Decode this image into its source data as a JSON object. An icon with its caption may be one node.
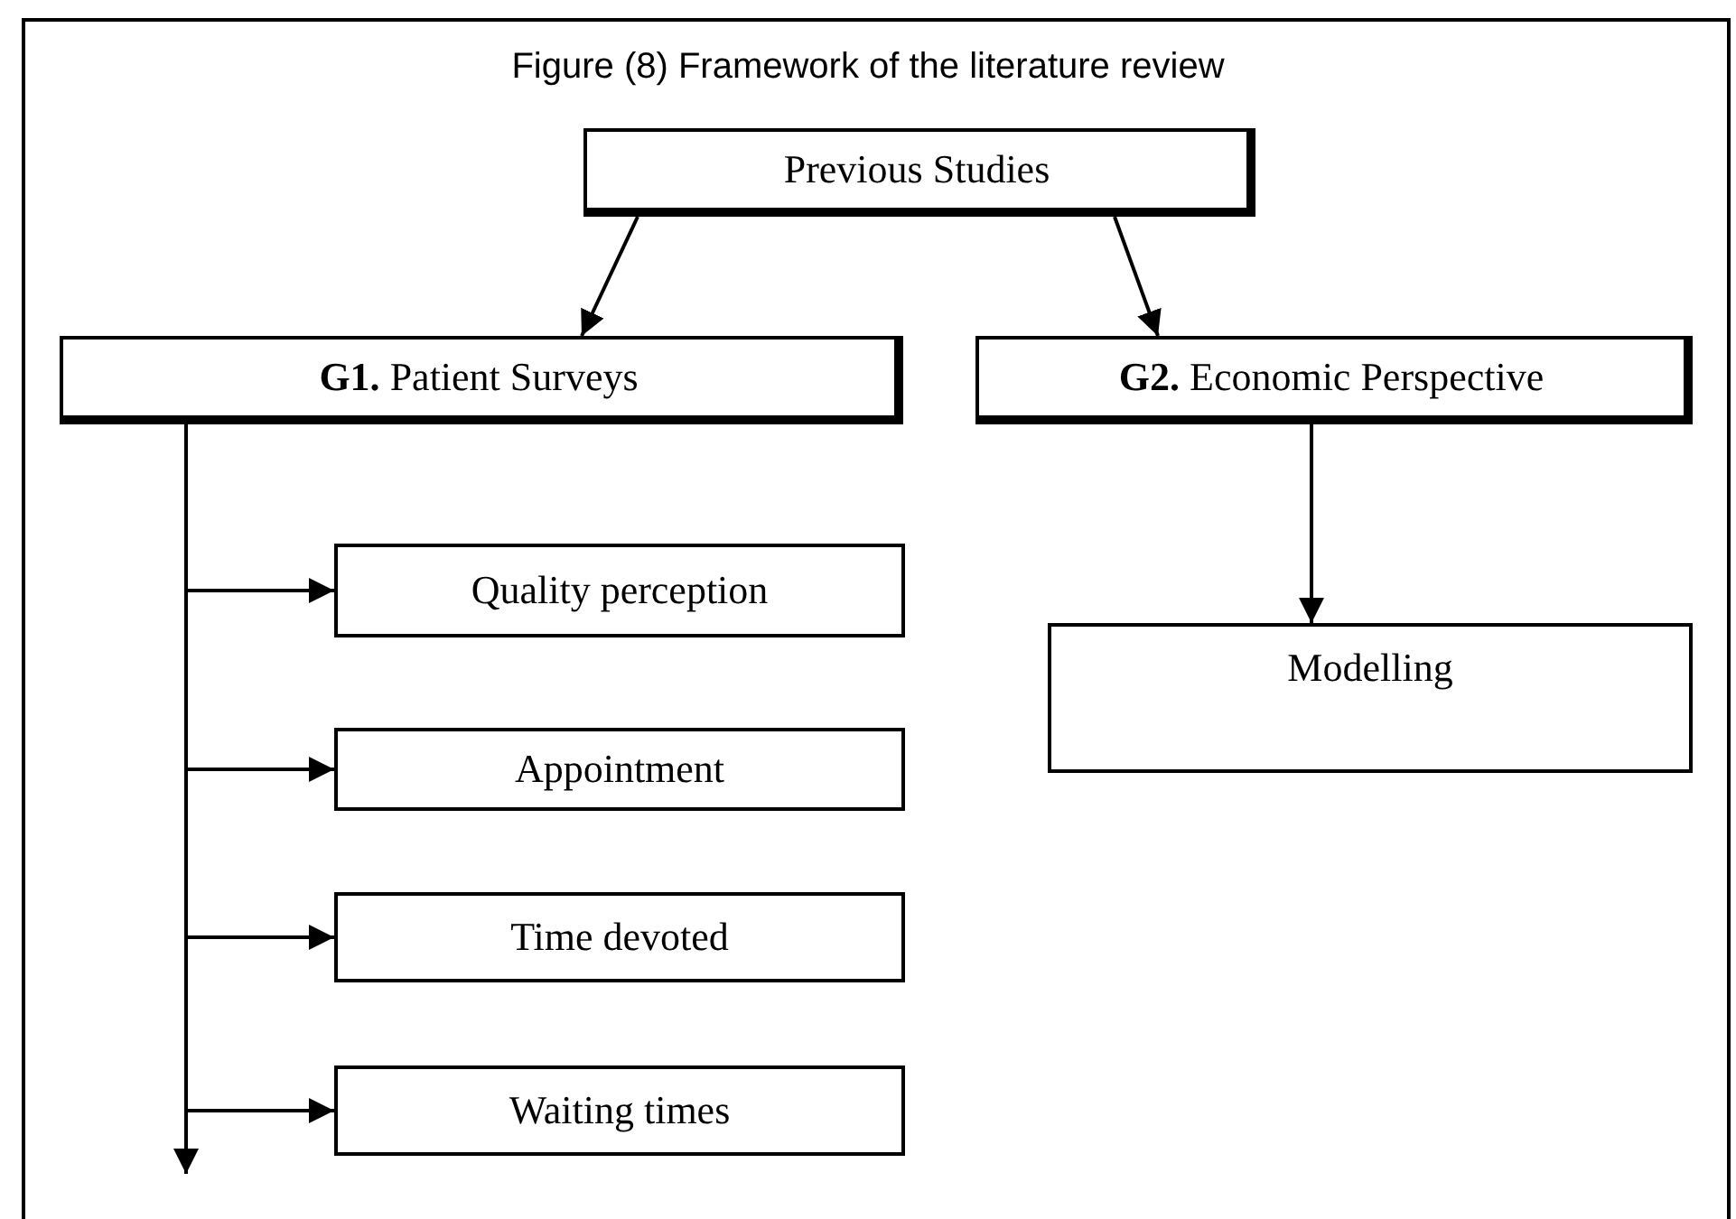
{
  "diagram": {
    "title": "Figure (8) Framework of the literature review",
    "nodes": [
      {
        "text": [
          "Previous Studies"
        ]
      },
      {
        "text": [
          "**G1.** Patient Surveys"
        ]
      },
      {
        "text": [
          "**G2.** Economic Perspective"
        ]
      },
      {
        "text": [
          "Quality perception"
        ]
      },
      {
        "text": [
          "Appointment"
        ]
      },
      {
        "text": [
          "Time devoted"
        ]
      },
      {
        "text": [
          "Waiting times"
        ]
      },
      {
        "text": [
          "Modelling"
        ]
      }
    ],
    "edges": [
      {
        "from": 0,
        "to": 1,
        "arrow": "to"
      },
      {
        "from": 0,
        "to": 2,
        "arrow": "to"
      },
      {
        "from": 1,
        "to": 3,
        "arrow": "to"
      },
      {
        "from": 1,
        "to": 4,
        "arrow": "to"
      },
      {
        "from": 1,
        "to": 5,
        "arrow": "to"
      },
      {
        "from": 1,
        "to": 6,
        "arrow": "to"
      },
      {
        "from": 1,
        "to": null,
        "arrow": "to"
      },
      {
        "from": 2,
        "to": 7,
        "arrow": "to"
      }
    ]
  }
}
